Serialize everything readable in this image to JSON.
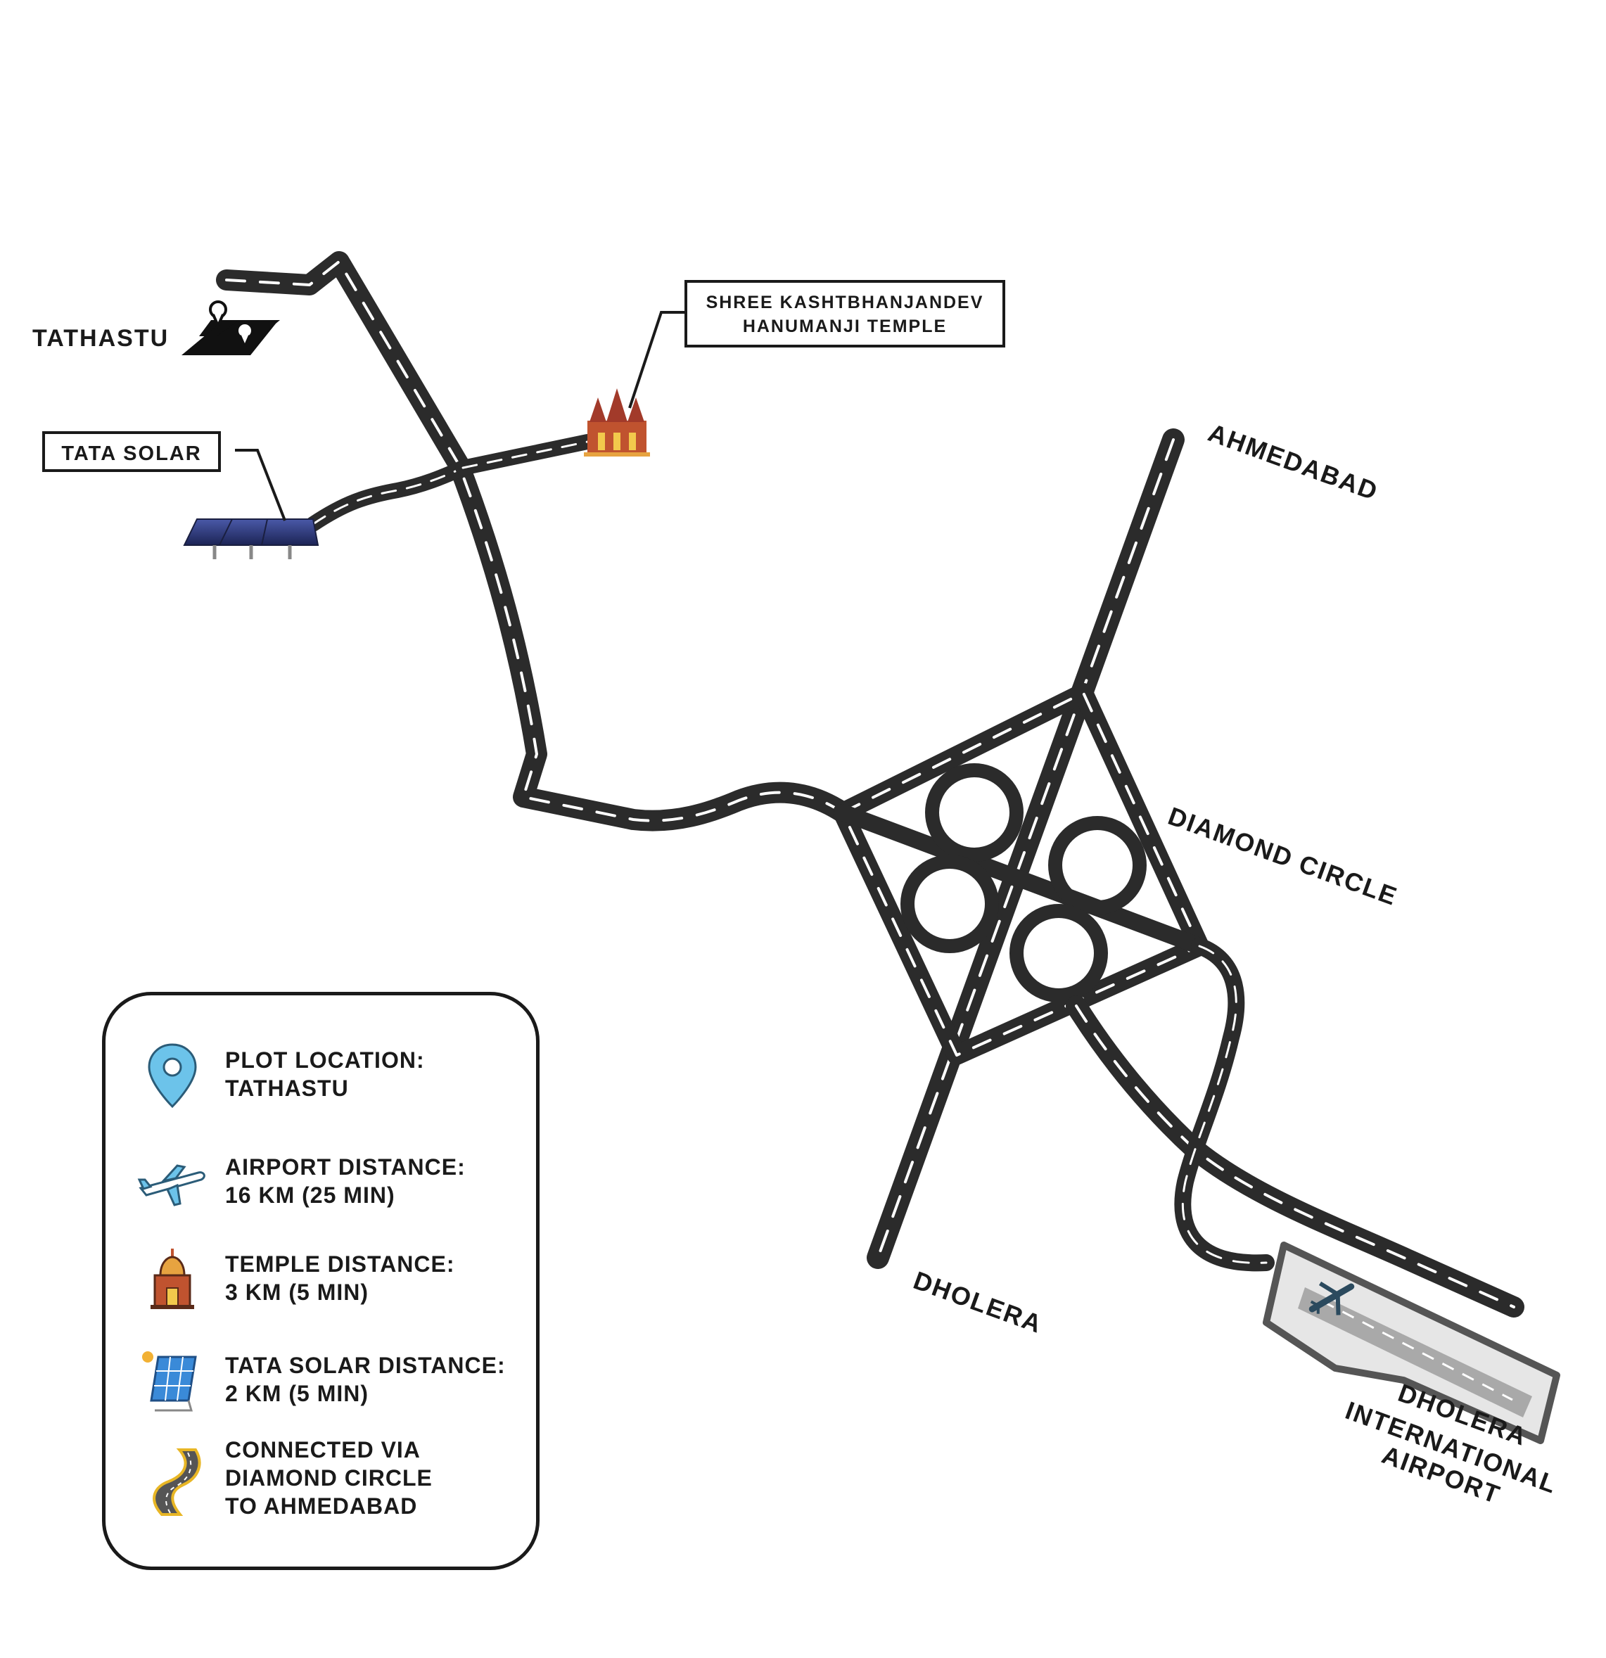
{
  "labels": {
    "tathastu": "TATHASTU",
    "tata_solar": "TATA SOLAR",
    "temple_line1": "SHREE KASHTBHANJANDEV",
    "temple_line2": "HANUMANJI TEMPLE",
    "ahmedabad": "AHMEDABAD",
    "diamond_circle": "DIAMOND CIRCLE",
    "dholera": "DHOLERA",
    "airport_line1": "DHOLERA",
    "airport_line2": "INTERNATIONAL",
    "airport_line3": "AIRPORT"
  },
  "legend": {
    "items": [
      {
        "icon": "location-pin-icon",
        "line1": "PLOT LOCATION:",
        "line2": "TATHASTU"
      },
      {
        "icon": "airplane-icon",
        "line1": "AIRPORT DISTANCE:",
        "line2": "16 KM (25 MIN)"
      },
      {
        "icon": "temple-icon",
        "line1": "TEMPLE DISTANCE:",
        "line2": "3 KM (5 MIN)"
      },
      {
        "icon": "solar-panel-icon",
        "line1": "TATA SOLAR DISTANCE:",
        "line2": "2 KM (5 MIN)"
      },
      {
        "icon": "road-icon",
        "line1": "CONNECTED VIA",
        "line2": "DIAMOND CIRCLE",
        "line3": "TO AHMEDABAD"
      }
    ]
  },
  "colors": {
    "road": "#2b2b2b",
    "road_dash": "#ffffff",
    "temple": "#b5452f",
    "solar": "#2e3a7a",
    "airport_fill": "#e6e6e6",
    "runway": "#a9a9a9",
    "pin": "#6cc3ea",
    "text": "#1a1a1a"
  }
}
